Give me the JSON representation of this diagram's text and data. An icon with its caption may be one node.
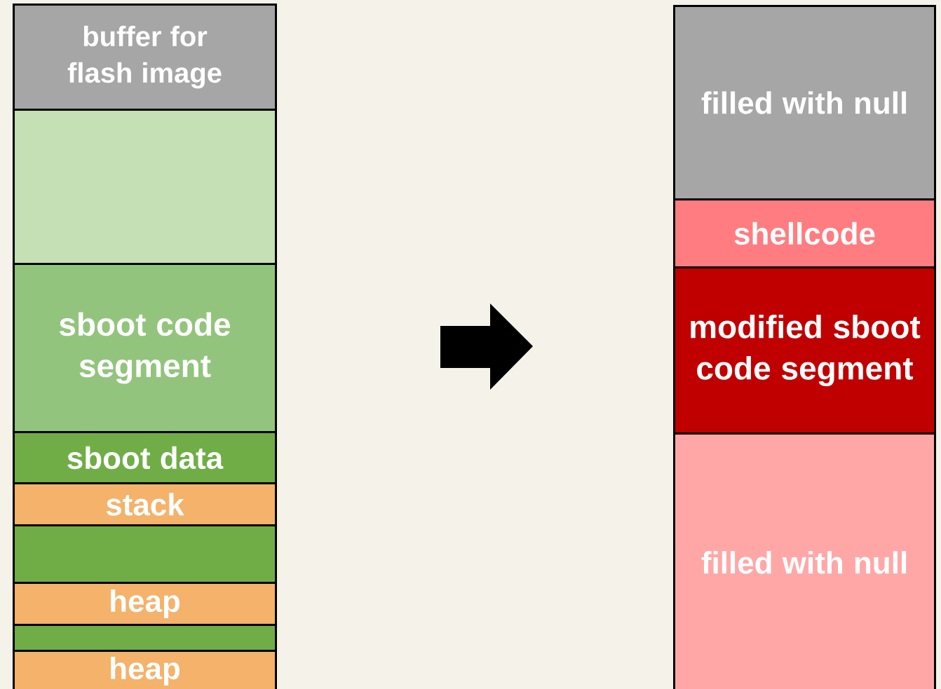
{
  "diagram": {
    "nodes": [
      {
        "text": [
          "buffer for flash image"
        ]
      },
      {
        "text": [],
        "shape": "box"
      },
      {
        "text": [
          "sboot code segment"
        ]
      },
      {
        "text": [
          "sboot data"
        ]
      },
      {
        "text": [
          "stack"
        ]
      },
      {
        "text": [],
        "shape": "box"
      },
      {
        "text": [
          "heap"
        ]
      },
      {
        "text": [],
        "shape": "box"
      },
      {
        "text": [
          "heap"
        ]
      },
      {
        "text": [
          "filled with null"
        ]
      },
      {
        "text": [
          "shellcode"
        ]
      },
      {
        "text": [
          "modified sboot code segment"
        ]
      },
      {
        "text": [
          "filled with null"
        ]
      }
    ]
  }
}
